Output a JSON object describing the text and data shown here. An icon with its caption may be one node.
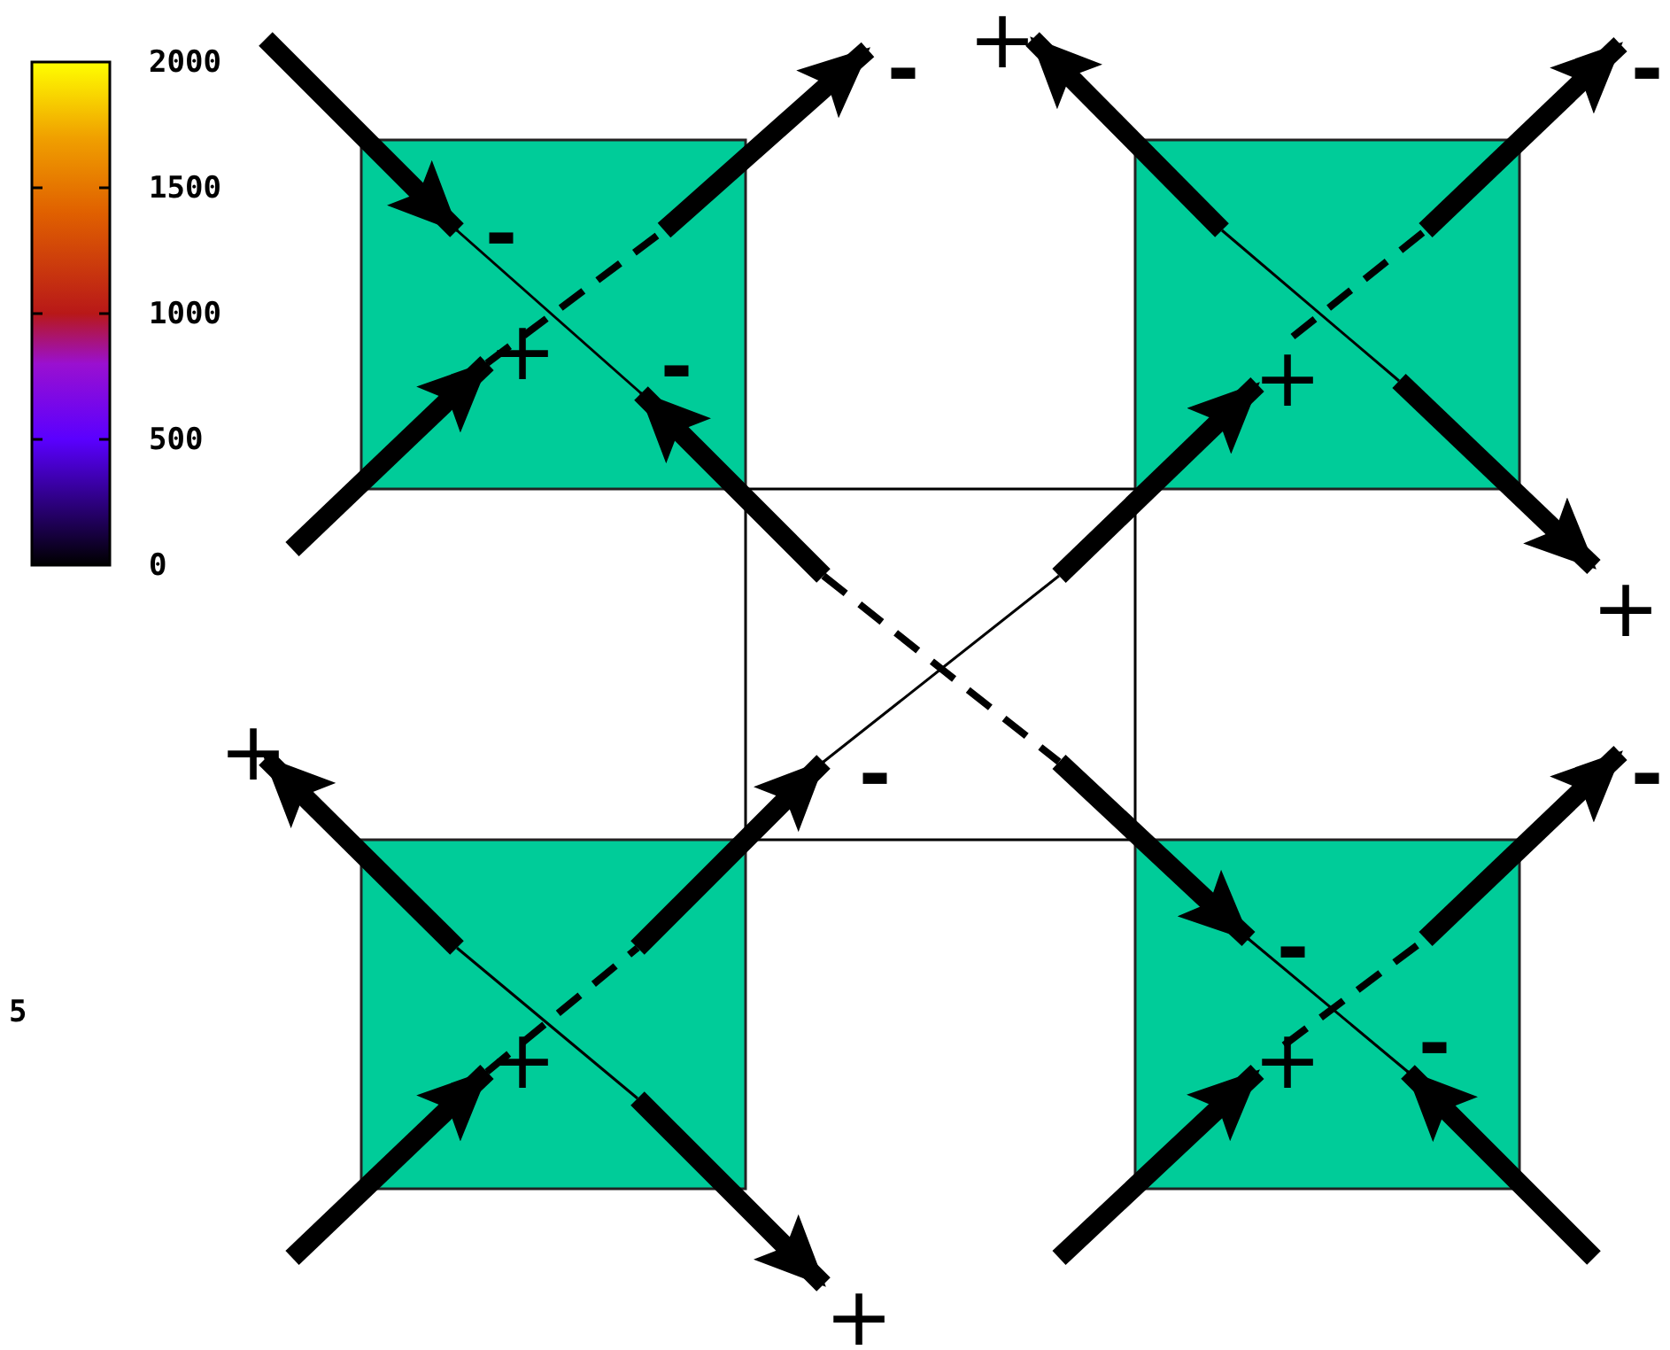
{
  "diagram": {
    "labels": [
      "2000",
      "1500",
      "1000",
      "500",
      "0",
      "-",
      "+",
      "-",
      "-",
      "+",
      "-",
      "+",
      "+",
      "+",
      "-",
      "-",
      "-",
      "+",
      "+",
      "-",
      "+",
      "5"
    ]
  }
}
